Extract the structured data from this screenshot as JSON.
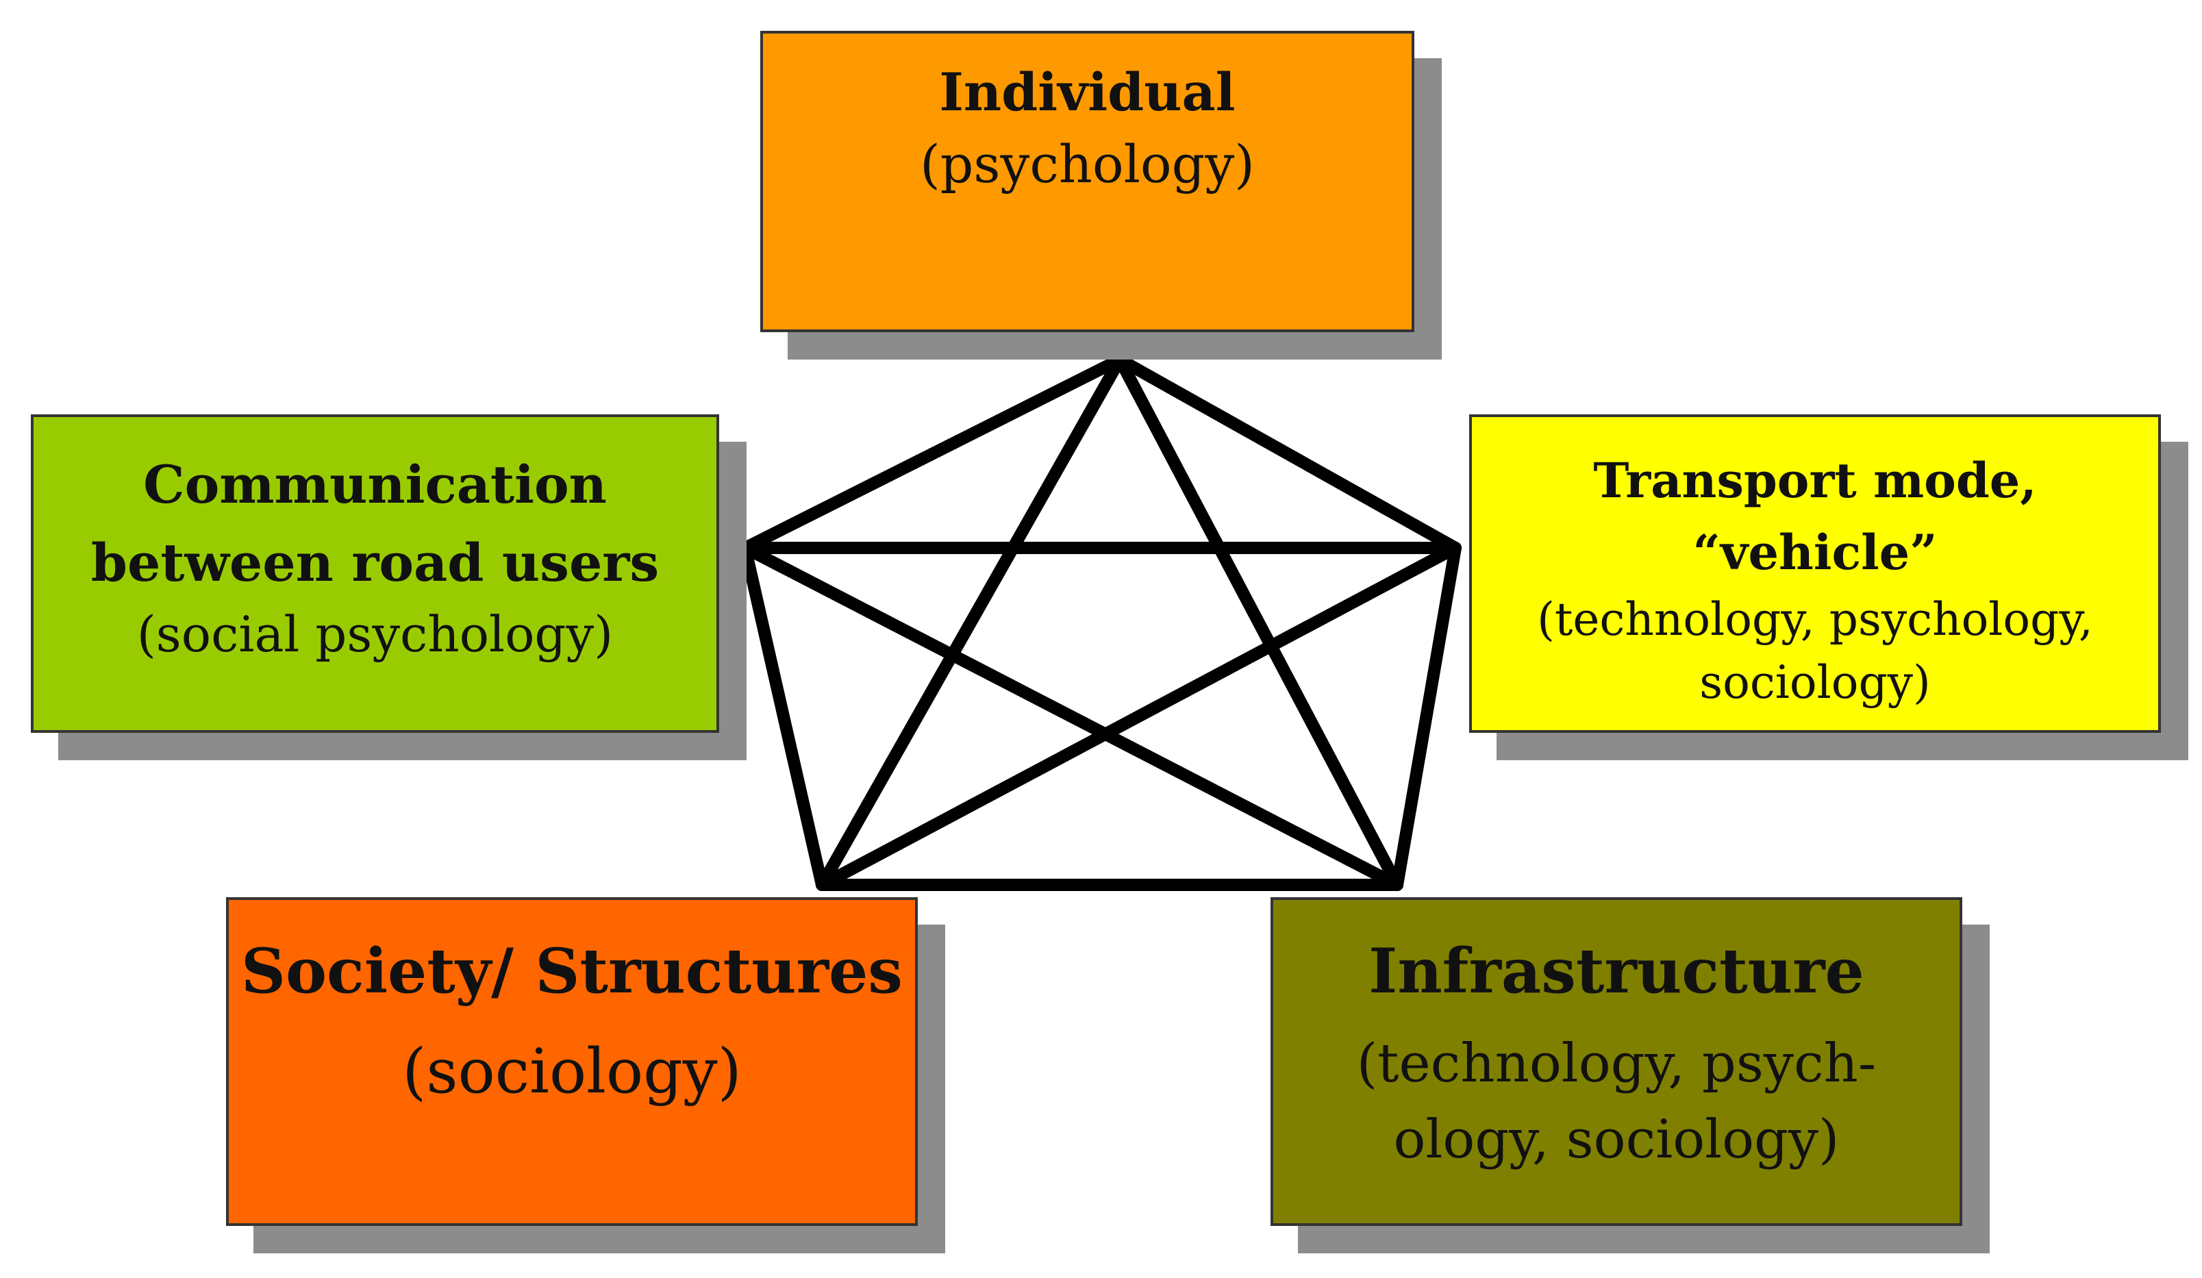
{
  "nodes": {
    "individual": {
      "title": "Individual",
      "subtitle": "(psychology)",
      "color": "#ff9900"
    },
    "communication": {
      "title_lines": [
        "Communication",
        "between road users"
      ],
      "subtitle": "(social psychology)",
      "color": "#99cc00"
    },
    "transport": {
      "title_lines": [
        "Transport mode,",
        "“vehicle”"
      ],
      "subtitle_lines": [
        "(technology, psychology,",
        "sociology)"
      ],
      "color": "#ffff00"
    },
    "society": {
      "title": "Society/ Structures",
      "subtitle": "(sociology)",
      "color": "#ff6600"
    },
    "infrastructure": {
      "title": "Infrastructure",
      "subtitle_lines": [
        "(technology, psych-",
        "ology, sociology)"
      ],
      "color": "#808000"
    }
  },
  "connections": [
    [
      "individual",
      "communication"
    ],
    [
      "individual",
      "transport"
    ],
    [
      "individual",
      "society"
    ],
    [
      "individual",
      "infrastructure"
    ],
    [
      "communication",
      "transport"
    ],
    [
      "communication",
      "society"
    ],
    [
      "communication",
      "infrastructure"
    ],
    [
      "transport",
      "society"
    ],
    [
      "transport",
      "infrastructure"
    ],
    [
      "society",
      "infrastructure"
    ]
  ],
  "colors": {
    "connector": "#000000",
    "shadow": "#8c8c8c",
    "border": "#333333"
  }
}
